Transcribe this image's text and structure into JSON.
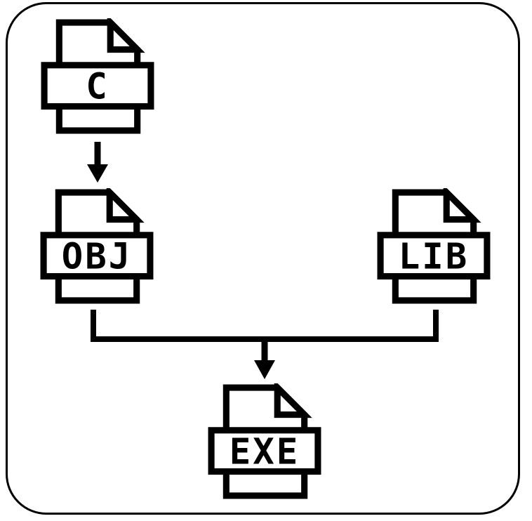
{
  "diagram": {
    "nodes": [
      {
        "id": "c-file",
        "label": "C"
      },
      {
        "id": "obj-file",
        "label": "OBJ"
      },
      {
        "id": "lib-file",
        "label": "LIB"
      },
      {
        "id": "exe-file",
        "label": "EXE"
      }
    ],
    "edges": [
      {
        "from": "C",
        "to": "OBJ"
      },
      {
        "from": "OBJ",
        "to": "EXE"
      },
      {
        "from": "LIB",
        "to": "EXE"
      }
    ],
    "colors": {
      "stroke": "#000000",
      "background": "#ffffff"
    }
  }
}
